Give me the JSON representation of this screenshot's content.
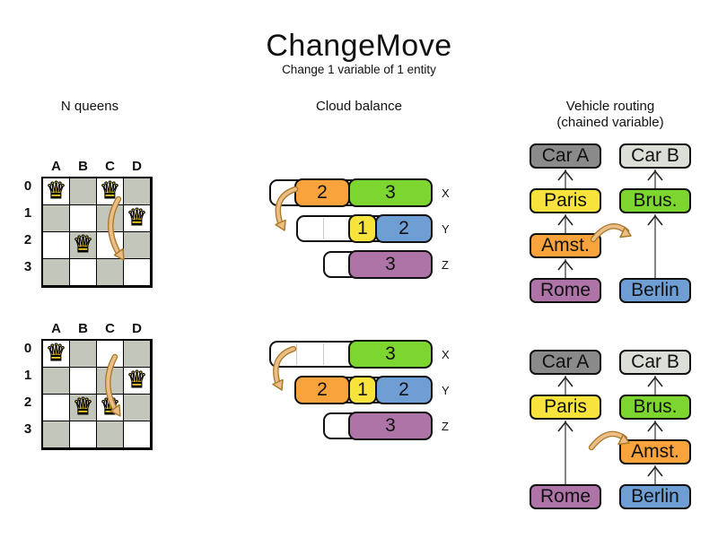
{
  "title": "ChangeMove",
  "subtitle": "Change 1 variable of 1 entity",
  "columns": [
    {
      "label": "N queens",
      "sublabel": ""
    },
    {
      "label": "Cloud balance",
      "sublabel": ""
    },
    {
      "label": "Vehicle routing",
      "sublabel": "(chained variable)"
    }
  ],
  "colors": {
    "orange": "#f8a33c",
    "green": "#7cd62f",
    "yellow": "#f7e33c",
    "blue": "#6f9ed4",
    "purple": "#ae74a7",
    "car_a_gray": "#8a8a8a",
    "car_b_gray": "#dcded8",
    "board_gray": "#c3c7bb",
    "board_white": "#ffffff",
    "queen_gold": "#f3cf2e",
    "move_arrow_fill": "#ecbe86",
    "move_arrow_outline": "#a87a2c",
    "connector_gray": "#777777"
  },
  "nqueens": {
    "queen_icon": "♛",
    "column_labels": [
      "A",
      "B",
      "C",
      "D"
    ],
    "row_labels": [
      "0",
      "1",
      "2",
      "3"
    ],
    "boards": [
      {
        "name": "before",
        "queens": [
          {
            "col": "A",
            "row": 0
          },
          {
            "col": "C",
            "row": 0
          },
          {
            "col": "D",
            "row": 1
          },
          {
            "col": "B",
            "row": 2
          }
        ],
        "move": {
          "from": "C0",
          "to": "C2"
        }
      },
      {
        "name": "after",
        "queens": [
          {
            "col": "A",
            "row": 0
          },
          {
            "col": "D",
            "row": 1
          },
          {
            "col": "B",
            "row": 2
          },
          {
            "col": "C",
            "row": 2
          }
        ],
        "move": {
          "from": "C0",
          "to": "C2"
        }
      }
    ]
  },
  "cloud": {
    "states": [
      {
        "name": "before",
        "rows": [
          {
            "label": "X",
            "capacity": 6,
            "blocks": [
              {
                "value": "2",
                "size": 2,
                "offset": 1,
                "color": "orange"
              },
              {
                "value": "3",
                "size": 3,
                "offset": 3,
                "color": "green"
              }
            ]
          },
          {
            "label": "Y",
            "capacity": 5,
            "blocks": [
              {
                "value": "1",
                "size": 1,
                "offset": 2,
                "color": "yellow"
              },
              {
                "value": "2",
                "size": 2,
                "offset": 3,
                "color": "blue"
              }
            ]
          },
          {
            "label": "Z",
            "capacity": 4,
            "blocks": [
              {
                "value": "3",
                "size": 3,
                "offset": 1,
                "color": "purple"
              }
            ]
          }
        ]
      },
      {
        "name": "after",
        "rows": [
          {
            "label": "X",
            "capacity": 6,
            "blocks": [
              {
                "value": "3",
                "size": 3,
                "offset": 3,
                "color": "green"
              }
            ]
          },
          {
            "label": "Y",
            "capacity": 5,
            "blocks": [
              {
                "value": "2",
                "size": 2,
                "offset": 0,
                "color": "orange"
              },
              {
                "value": "1",
                "size": 1,
                "offset": 2,
                "color": "yellow"
              },
              {
                "value": "2",
                "size": 2,
                "offset": 3,
                "color": "blue"
              }
            ]
          },
          {
            "label": "Z",
            "capacity": 4,
            "blocks": [
              {
                "value": "3",
                "size": 3,
                "offset": 1,
                "color": "purple"
              }
            ]
          }
        ]
      }
    ]
  },
  "vrp": {
    "states": [
      {
        "name": "before",
        "chains": [
          {
            "nodes": [
              {
                "label": "Car A",
                "color": "car_a_gray",
                "row": 0
              },
              {
                "label": "Paris",
                "color": "yellow",
                "row": 1
              },
              {
                "label": "Amst.",
                "color": "orange",
                "row": 2
              },
              {
                "label": "Rome",
                "color": "purple",
                "row": 3
              }
            ]
          },
          {
            "nodes": [
              {
                "label": "Car B",
                "color": "car_b_gray",
                "row": 0
              },
              {
                "label": "Brus.",
                "color": "green",
                "row": 1
              },
              {
                "label": "Berlin",
                "color": "blue",
                "row": 3
              }
            ]
          }
        ]
      },
      {
        "name": "after",
        "chains": [
          {
            "nodes": [
              {
                "label": "Car A",
                "color": "car_a_gray",
                "row": 0
              },
              {
                "label": "Paris",
                "color": "yellow",
                "row": 1
              },
              {
                "label": "Rome",
                "color": "purple",
                "row": 3
              }
            ]
          },
          {
            "nodes": [
              {
                "label": "Car B",
                "color": "car_b_gray",
                "row": 0
              },
              {
                "label": "Brus.",
                "color": "green",
                "row": 1
              },
              {
                "label": "Amst.",
                "color": "orange",
                "row": 2
              },
              {
                "label": "Berlin",
                "color": "blue",
                "row": 3
              }
            ]
          }
        ]
      }
    ]
  }
}
